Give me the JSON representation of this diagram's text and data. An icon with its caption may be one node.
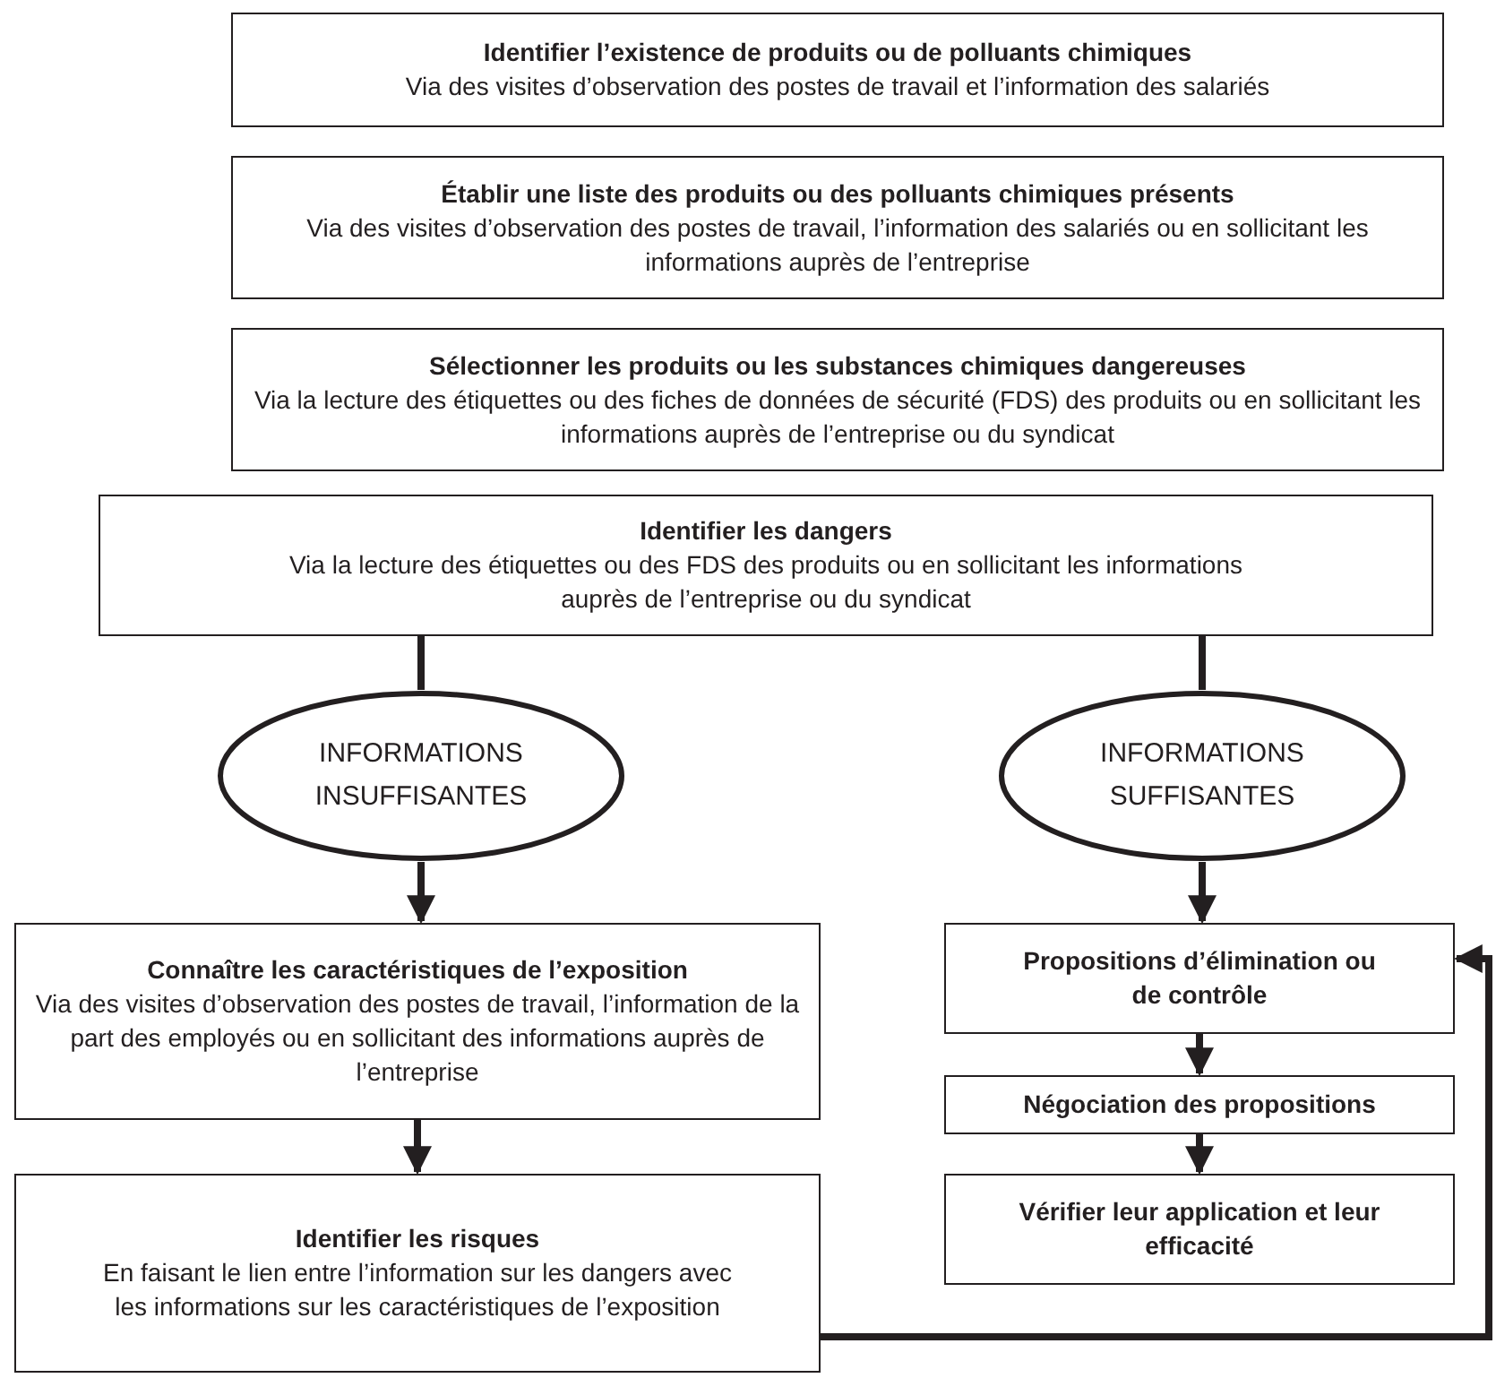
{
  "diagram": {
    "nodes": [
      {
        "text": [
          "Identifier l’existence de produits ou de polluants chimiques",
          "Via des visites d’observation des postes de travail et l’information des salariés"
        ]
      },
      {
        "text": [
          "Établir une liste des produits ou des polluants chimiques présents",
          "Via des visites d’observation des postes de travail, l’information des salariés ou en sollicitant les informations auprès de l’entreprise"
        ]
      },
      {
        "text": [
          "Sélectionner les produits ou les substances chimiques dangereuses",
          "Via la lecture des étiquettes ou des fiches de données de sécurité (FDS) des produits ou en sollicitant les informations auprès de l’entreprise ou du syndicat"
        ]
      },
      {
        "text": [
          "Identifier les dangers",
          "Via la lecture des étiquettes ou des FDS des produits ou en sollicitant les informations auprès de l’entreprise ou du syndicat"
        ]
      },
      {
        "text": [
          "INFORMATIONS INSUFFISANTES"
        ]
      },
      {
        "text": [
          "INFORMATIONS SUFFISANTES"
        ]
      },
      {
        "text": [
          "Connaître les caractéristiques de l’exposition",
          "Via des visites d’observation des postes de travail, l’information de la part des employés ou en sollicitant des informations auprès de l’entreprise"
        ]
      },
      {
        "text": [
          "Identifier les risques",
          "En faisant le lien entre l’information sur les dangers avec les informations sur les caractéristiques de l’exposition"
        ]
      },
      {
        "text": [
          "Propositions d’élimination ou de contrôle"
        ]
      },
      {
        "text": [
          "Négociation des propositions"
        ]
      },
      {
        "text": [
          "Vérifier leur application et leur efficacité"
        ]
      }
    ],
    "edges": [
      {
        "from": 3,
        "to": 4,
        "arrow": "none"
      },
      {
        "from": 3,
        "to": 5,
        "arrow": "none"
      },
      {
        "from": 4,
        "to": 6,
        "arrow": "to"
      },
      {
        "from": 5,
        "to": 8,
        "arrow": "to"
      },
      {
        "from": 6,
        "to": 7,
        "arrow": "to"
      },
      {
        "from": 8,
        "to": 9,
        "arrow": "to"
      },
      {
        "from": 9,
        "to": 10,
        "arrow": "to"
      },
      {
        "from": 7,
        "to": 8,
        "arrow": "to"
      }
    ]
  }
}
